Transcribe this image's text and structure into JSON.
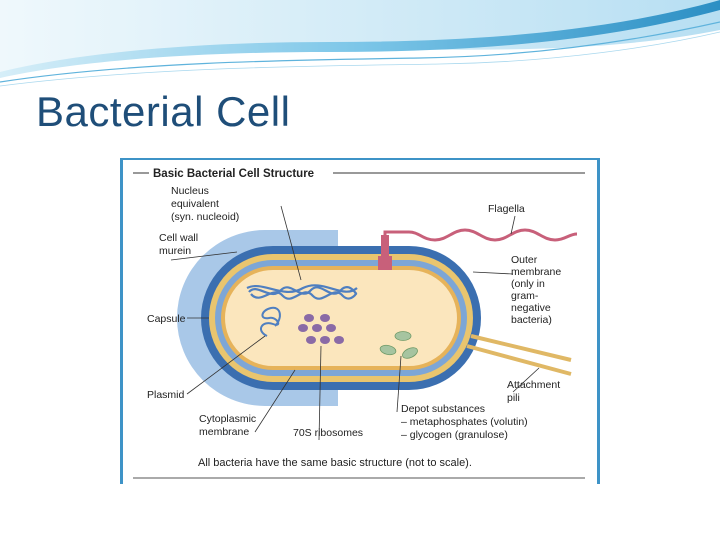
{
  "slide": {
    "title": "Bacterial Cell"
  },
  "figure": {
    "header": "Basic Bacterial Cell Structure",
    "labels": {
      "nucleus": [
        "Nucleus",
        "equivalent",
        "(syn. nucleoid)"
      ],
      "cell_wall": [
        "Cell wall",
        "murein"
      ],
      "capsule": "Capsule",
      "plasmid": "Plasmid",
      "cytoplasmic_membrane": [
        "Cytoplasmic",
        "membrane"
      ],
      "ribosomes": "70S ribosomes",
      "depot": [
        "Depot substances",
        "– metaphosphates (volutin)",
        "– glycogen (granulose)"
      ],
      "flagella": "Flagella",
      "outer_membrane": [
        "Outer",
        "membrane",
        "(only in",
        "gram-",
        "negative",
        "bacteria)"
      ],
      "pili": [
        "Attachment",
        "pili"
      ]
    },
    "caption": "All bacteria have the same basic structure (not to scale)."
  },
  "colors": {
    "title": "#1f4e79",
    "frame": "#3e93c7",
    "capsule": "#a9c8e8",
    "wall": "#3b6fb0",
    "outer_membrane": "#e9c56e",
    "cytoplasm": "#fbe6bd",
    "flagellum": "#c8607a",
    "ribosome": "#8a6aa6",
    "depot": "#a6c4a0"
  }
}
